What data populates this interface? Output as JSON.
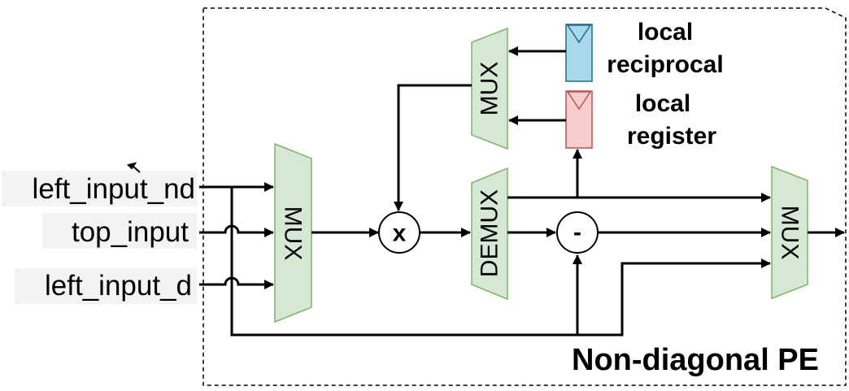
{
  "inputs": {
    "left_input_nd": "left_input_nd",
    "top_input": "top_input",
    "left_input_d": "left_input_d"
  },
  "blocks": {
    "input_mux": "MUX",
    "top_mux": "MUX",
    "demux": "DEMUX",
    "output_mux": "MUX"
  },
  "operators": {
    "multiply": "x",
    "subtract": "-"
  },
  "memories": {
    "reciprocal_line1": "local",
    "reciprocal_line2": "reciprocal",
    "register_line1": "local",
    "register_line2": "register"
  },
  "pe_title": "Non-diagonal PE",
  "colors": {
    "mux_fill": "#d5e8d4",
    "mux_stroke": "#82b366",
    "reciprocal_fill": "#a9d8ea",
    "reciprocal_stroke": "#1f6b8a",
    "register_fill": "#f8cecc",
    "register_stroke": "#b85450",
    "label_background": "#f3f3f3"
  }
}
